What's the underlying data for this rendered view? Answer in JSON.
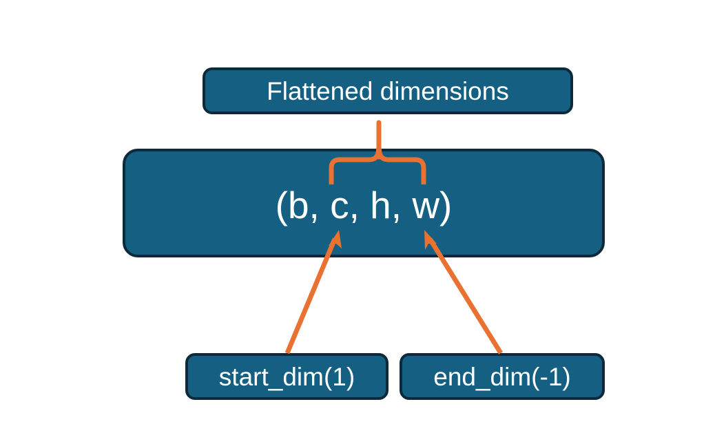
{
  "diagram": {
    "title_node": {
      "label": "Flattened dimensions",
      "name": "flattened-dimensions-box"
    },
    "shape_node": {
      "label": "(b, c, h, w)",
      "name": "tensor-shape-box",
      "dims": [
        "b",
        "c",
        "h",
        "w"
      ]
    },
    "argument_nodes": [
      {
        "label": "start_dim(1)",
        "name": "start-dim-box",
        "value": 1
      },
      {
        "label": "end_dim(-1)",
        "name": "end-dim-box",
        "value": -1
      }
    ],
    "connectors": [
      {
        "name": "flatten-range-brace",
        "kind": "curly-brace",
        "from": "tensor-shape-box",
        "to": "flattened-dimensions-box",
        "spans_dims": [
          "c",
          "h",
          "w"
        ]
      },
      {
        "name": "start-dim-arrow",
        "kind": "arrow",
        "from": "start-dim-box",
        "to": "tensor-shape-box",
        "points_at_dim": "c"
      },
      {
        "name": "end-dim-arrow",
        "kind": "arrow",
        "from": "end-dim-box",
        "to": "tensor-shape-box",
        "points_at_dim": "w"
      }
    ],
    "colors": {
      "node_fill": "#156082",
      "node_border": "#0c2a3c",
      "node_text": "#ffffff",
      "accent": "#e97132",
      "background": "#ffffff"
    }
  }
}
